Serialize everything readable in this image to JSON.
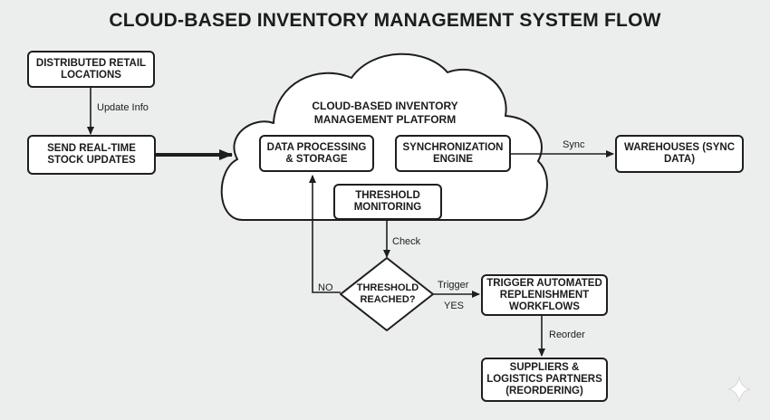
{
  "title": "CLOUD-BASED INVENTORY MANAGEMENT SYSTEM FLOW",
  "nodes": {
    "retail": "DISTRIBUTED RETAIL LOCATIONS",
    "send_updates": "SEND REAL-TIME STOCK UPDATES",
    "cloud_platform": "CLOUD-BASED INVENTORY MANAGEMENT PLATFORM",
    "data_processing": "DATA PROCESSING & STORAGE",
    "sync_engine": "SYNCHRONIZATION ENGINE",
    "threshold_monitoring": "THRESHOLD MONITORING",
    "threshold_reached": "THRESHOLD REACHED?",
    "warehouses": "WAREHOUSES (SYNC DATA)",
    "replenishment": "TRIGGER AUTOMATED REPLENISHMENT WORKFLOWS",
    "suppliers": "SUPPLIERS & LOGISTICS PARTNERS (REORDERING)"
  },
  "edges": {
    "update_info": "Update Info",
    "sync": "Sync",
    "check": "Check",
    "trigger": "Trigger",
    "yes": "YES",
    "no": "NO",
    "reorder": "Reorder"
  },
  "colors": {
    "background": "#eceded",
    "stroke": "#1e1e1e",
    "fill": "#ffffff"
  }
}
